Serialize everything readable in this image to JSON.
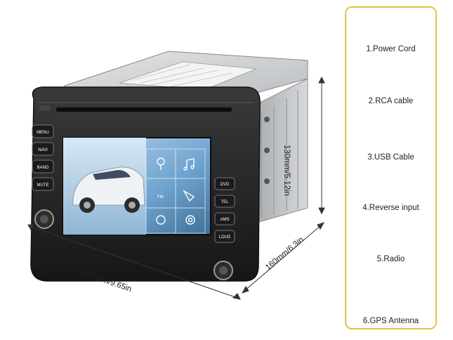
{
  "product": {
    "head_unit_buttons": [
      "MENU",
      "NAVI",
      "BAND",
      "MUTE"
    ],
    "right_buttons": [
      "DVD",
      "TEL",
      "AMS",
      "LOUD"
    ],
    "screen_tiles": {
      "radio_label": "FM"
    }
  },
  "dimensions": {
    "height": "130mm/5.12in",
    "width": "245mm/9.65in",
    "depth": "160mm/6.3in"
  },
  "accessories": [
    {
      "label": "1.Power Cord",
      "icon": "power-cord-harness"
    },
    {
      "label": "2.RCA cable",
      "icon": "rca-cable"
    },
    {
      "label": "3.USB Cable",
      "icon": "usb-cable"
    },
    {
      "label": "4.Reverse input",
      "icon": "reverse-input-cable"
    },
    {
      "label": "5.Radio",
      "icon": "radio-adapter-cable"
    },
    {
      "label": "6.GPS Antenna",
      "icon": "gps-antenna"
    }
  ],
  "colors": {
    "panel_border": "#e8c14a",
    "bezel": "#2a2a2a",
    "screen_blue": "#7fb4dc",
    "chassis": "#c9cbcd"
  }
}
